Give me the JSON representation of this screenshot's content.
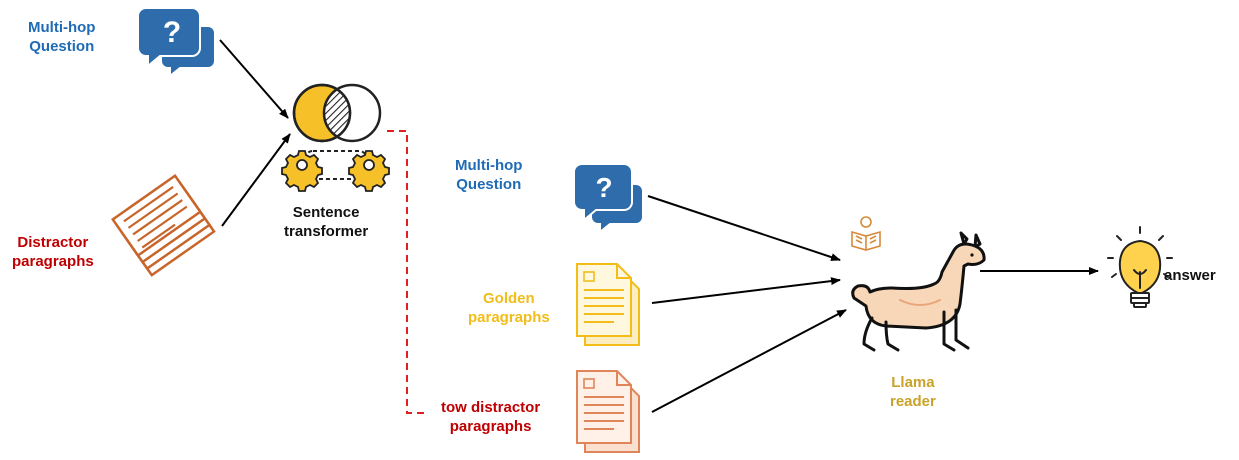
{
  "labels": {
    "question_top": [
      "Multi-hop",
      "Question"
    ],
    "distractor_left": [
      "Distractor",
      "paragraphs"
    ],
    "sentence_transformer": [
      "Sentence",
      "transformer"
    ],
    "question_mid": [
      "Multi-hop",
      "Question"
    ],
    "golden": [
      "Golden",
      "paragraphs"
    ],
    "tow_distractor": [
      "tow distractor",
      "paragraphs"
    ],
    "llama": [
      "Llama",
      "reader"
    ],
    "answer": "answer"
  },
  "icons": {
    "question_mark": "?"
  },
  "colors": {
    "question_blue": "#2e6cab",
    "question_text": "#1f6bb5",
    "distractor_red": "#c00000",
    "golden_yellow": "#f2bd18",
    "llama_label": "#c9a22a",
    "paper_orange": "#c8652a",
    "dashed_red": "#e02020",
    "bulb_yellow": "#ffd24d"
  }
}
